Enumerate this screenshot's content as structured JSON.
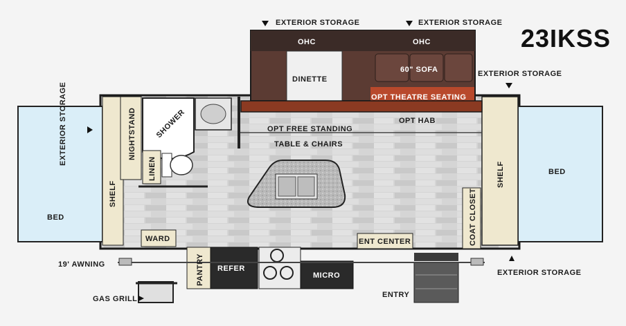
{
  "model": "23IKSS",
  "labels": {
    "ext_storage_top_left": "EXTERIOR STORAGE",
    "ext_storage_top_right": "EXTERIOR STORAGE",
    "ext_storage_right": "EXTERIOR STORAGE",
    "ext_storage_left": "EXTERIOR STORAGE",
    "ext_storage_bottom": "EXTERIOR STORAGE",
    "ohc_left": "OHC",
    "ohc_right": "OHC",
    "dinette": "DINETTE",
    "sofa": "60\" SOFA",
    "theatre": "OPT THEATRE SEATING",
    "hab": "OPT HAB",
    "table_line1": "OPT FREE STANDING",
    "table_line2": "TABLE & CHAIRS",
    "nightstand": "NIGHTSTAND",
    "shower": "SHOWER",
    "linen": "LINEN",
    "shelf_left": "SHELF",
    "bed_left": "BED",
    "ward": "WARD",
    "awning": "19' AWNING",
    "gas_grill": "GAS GRILL",
    "pantry": "PANTRY",
    "refer": "REFER",
    "micro": "MICRO",
    "ent_center": "ENT CENTER",
    "coat_closet": "COAT CLOSET",
    "shelf_right": "SHELF",
    "bed_right": "BED",
    "entry": "ENTRY"
  },
  "colors": {
    "slide_brown": "#5b3b33",
    "slide_dark": "#3a2a26",
    "theatre_orange": "#b8492c",
    "bed_blue": "#d9eef7",
    "shelf_cream": "#eee7cc",
    "floor_gray": "#d2d2d2",
    "appliance_black": "#2a2a2a",
    "counter_speckle": "#a8a8a8"
  }
}
